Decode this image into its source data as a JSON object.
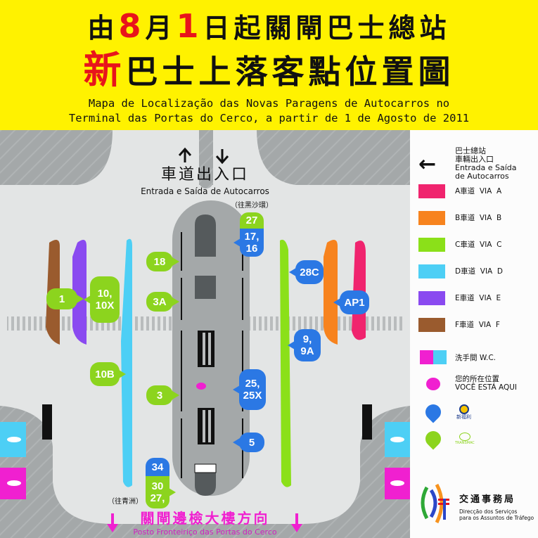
{
  "header": {
    "line1": {
      "a": "由",
      "b": "8",
      "c": "月",
      "d": "1",
      "e": "日起關閘巴士總站"
    },
    "line2": {
      "a": "新",
      "b": "巴士上落客點位置圖"
    },
    "pt1": "Mapa de Localização das Novas Paragens de Autocarros no",
    "pt2": "Terminal das Portas do Cerco, a partir de 1 de Agosto de 2011"
  },
  "map": {
    "entrance_zh": "車道出入口",
    "entrance_pt": "Entrada e Saída de Autocarros",
    "to_areia_preta": "（往黑沙環）",
    "to_ilha_verde": "（往青洲）",
    "border_zh": "關閘邊檢大樓方向",
    "border_pt": "Posto Fronteiriço das Portas do Cerco",
    "stops": {
      "s1": "1",
      "s10": "10,\n10X",
      "s10b": "10B",
      "s18": "18",
      "s3a": "3A",
      "s3": "3",
      "s27top": "27",
      "s17": "17,\n16",
      "s28c": "28C",
      "sap1": "AP1",
      "s9": "9,\n9A",
      "s25": "25,\n25X",
      "s5": "5",
      "s34": "34",
      "s30": "30\n27,"
    }
  },
  "legend": {
    "entrance": {
      "l1": "巴士總站",
      "l2": "車輛出入口",
      "l3": "Entrada e Saída",
      "l4": "de Autocarros"
    },
    "lanes": [
      {
        "label": "A車道  VIA  A",
        "color": "#f0246e"
      },
      {
        "label": "B車道  VIA  B",
        "color": "#f7831e"
      },
      {
        "label": "C車道  VIA  C",
        "color": "#8be019"
      },
      {
        "label": "D車道  VIA  D",
        "color": "#4dcff5"
      },
      {
        "label": "E車道  VIA  E",
        "color": "#8a4af0"
      },
      {
        "label": "F車道  VIA  F",
        "color": "#9a5b2e"
      }
    ],
    "wc": "洗手間 W.C.",
    "here_zh": "您的所在位置",
    "here_pt": "VOCÊ ESTÁ AQUI",
    "operator1": "新福利",
    "operator2": "TRANSMAC",
    "dsat_zh": "交通事務局",
    "dsat_pt1": "Direcção dos Serviços",
    "dsat_pt2": "para os Assuntos de Tráfego"
  }
}
